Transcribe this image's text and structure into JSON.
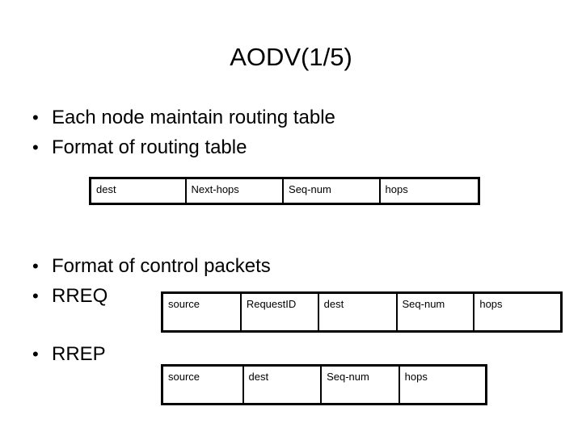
{
  "slide": {
    "title": "AODV(1/5)",
    "background_color": "#ffffff",
    "text_color": "#000000",
    "border_color": "#000000"
  },
  "bullets": [
    {
      "marker": "•",
      "text": "Each node maintain routing table"
    },
    {
      "marker": "•",
      "text": "Format of routing table"
    },
    {
      "marker": "•",
      "text": "Format of control packets"
    },
    {
      "marker": "•",
      "text": "RREQ"
    },
    {
      "marker": "•",
      "text": "RREP"
    }
  ],
  "tables": {
    "routing_table": {
      "name": "routing table",
      "fields": [
        "dest",
        "Next-hops",
        "Seq-num",
        "hops"
      ],
      "widths": [
        119,
        122,
        121,
        122
      ]
    },
    "rreq_packet": {
      "name": "RREQ",
      "fields": [
        "source",
        "RequestID",
        "dest",
        "Seq-num",
        "hops"
      ],
      "widths": [
        98,
        97,
        98,
        97,
        107
      ]
    },
    "rrep_packet": {
      "name": "RREP",
      "fields": [
        "source",
        "dest",
        "Seq-num",
        "hops"
      ],
      "widths": [
        101,
        98,
        98,
        107
      ]
    }
  }
}
